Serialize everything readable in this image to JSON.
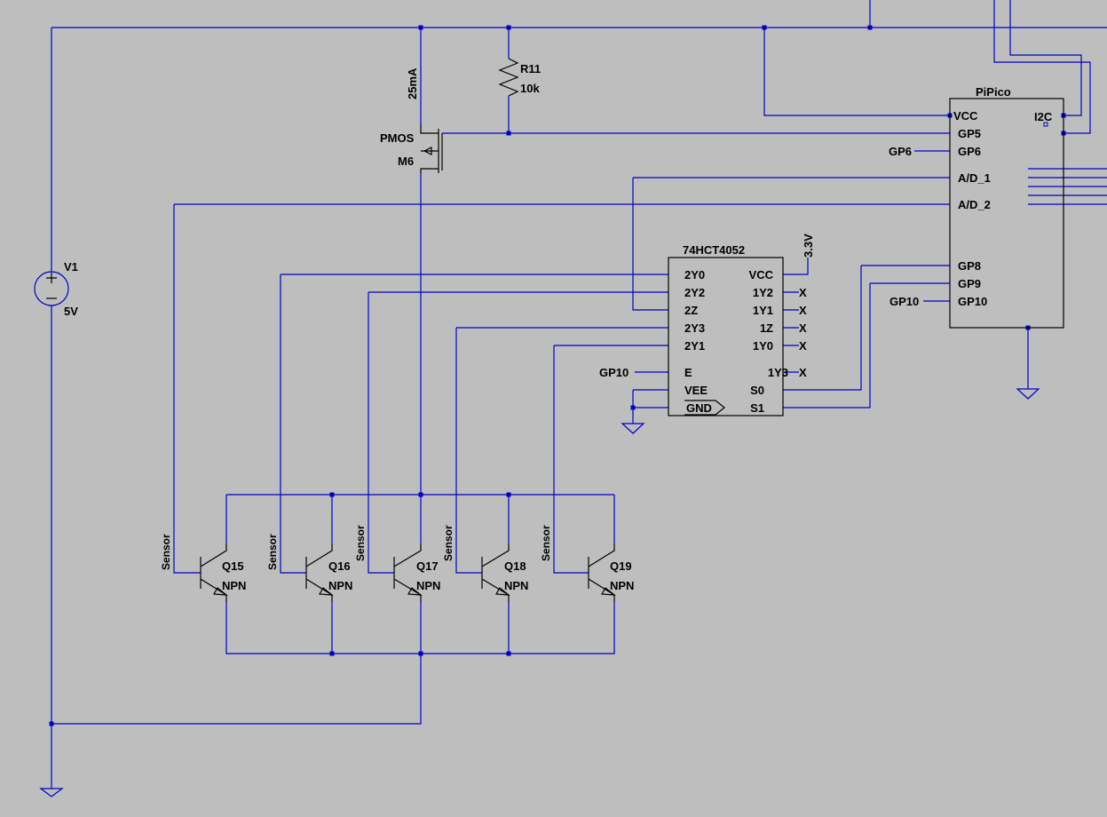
{
  "components": {
    "v1": {
      "name": "V1",
      "value": "5V"
    },
    "r11": {
      "name": "R11",
      "value": "10k"
    },
    "m6": {
      "type": "PMOS",
      "name": "M6"
    },
    "current_label": "25mA",
    "mux": {
      "part": "74HCT4052",
      "supply_label": "3.3V",
      "pins_left": [
        "2Y0",
        "2Y2",
        "2Z",
        "2Y3",
        "2Y1",
        "E",
        "VEE",
        "GND"
      ],
      "pins_right": [
        "VCC",
        "1Y2",
        "1Y1",
        "1Z",
        "1Y0",
        "1Y3",
        "S0",
        "S1"
      ],
      "nc_mark": "X"
    },
    "pico": {
      "name": "PiPico",
      "pins_left": [
        "VCC",
        "GP5",
        "GP6",
        "A/D_1",
        "A/D_2",
        "GP8",
        "GP9",
        "GP10"
      ],
      "pin_right": "I2C"
    },
    "net_labels": {
      "gp6": "GP6",
      "gp10_pico": "GP10",
      "gp10_mux": "GP10"
    },
    "transistors": [
      {
        "name": "Q15",
        "type": "NPN",
        "base_label": "Sensor"
      },
      {
        "name": "Q16",
        "type": "NPN",
        "base_label": "Sensor"
      },
      {
        "name": "Q17",
        "type": "NPN",
        "base_label": "Sensor"
      },
      {
        "name": "Q18",
        "type": "NPN",
        "base_label": "Sensor"
      },
      {
        "name": "Q19",
        "type": "NPN",
        "base_label": "Sensor"
      }
    ]
  }
}
